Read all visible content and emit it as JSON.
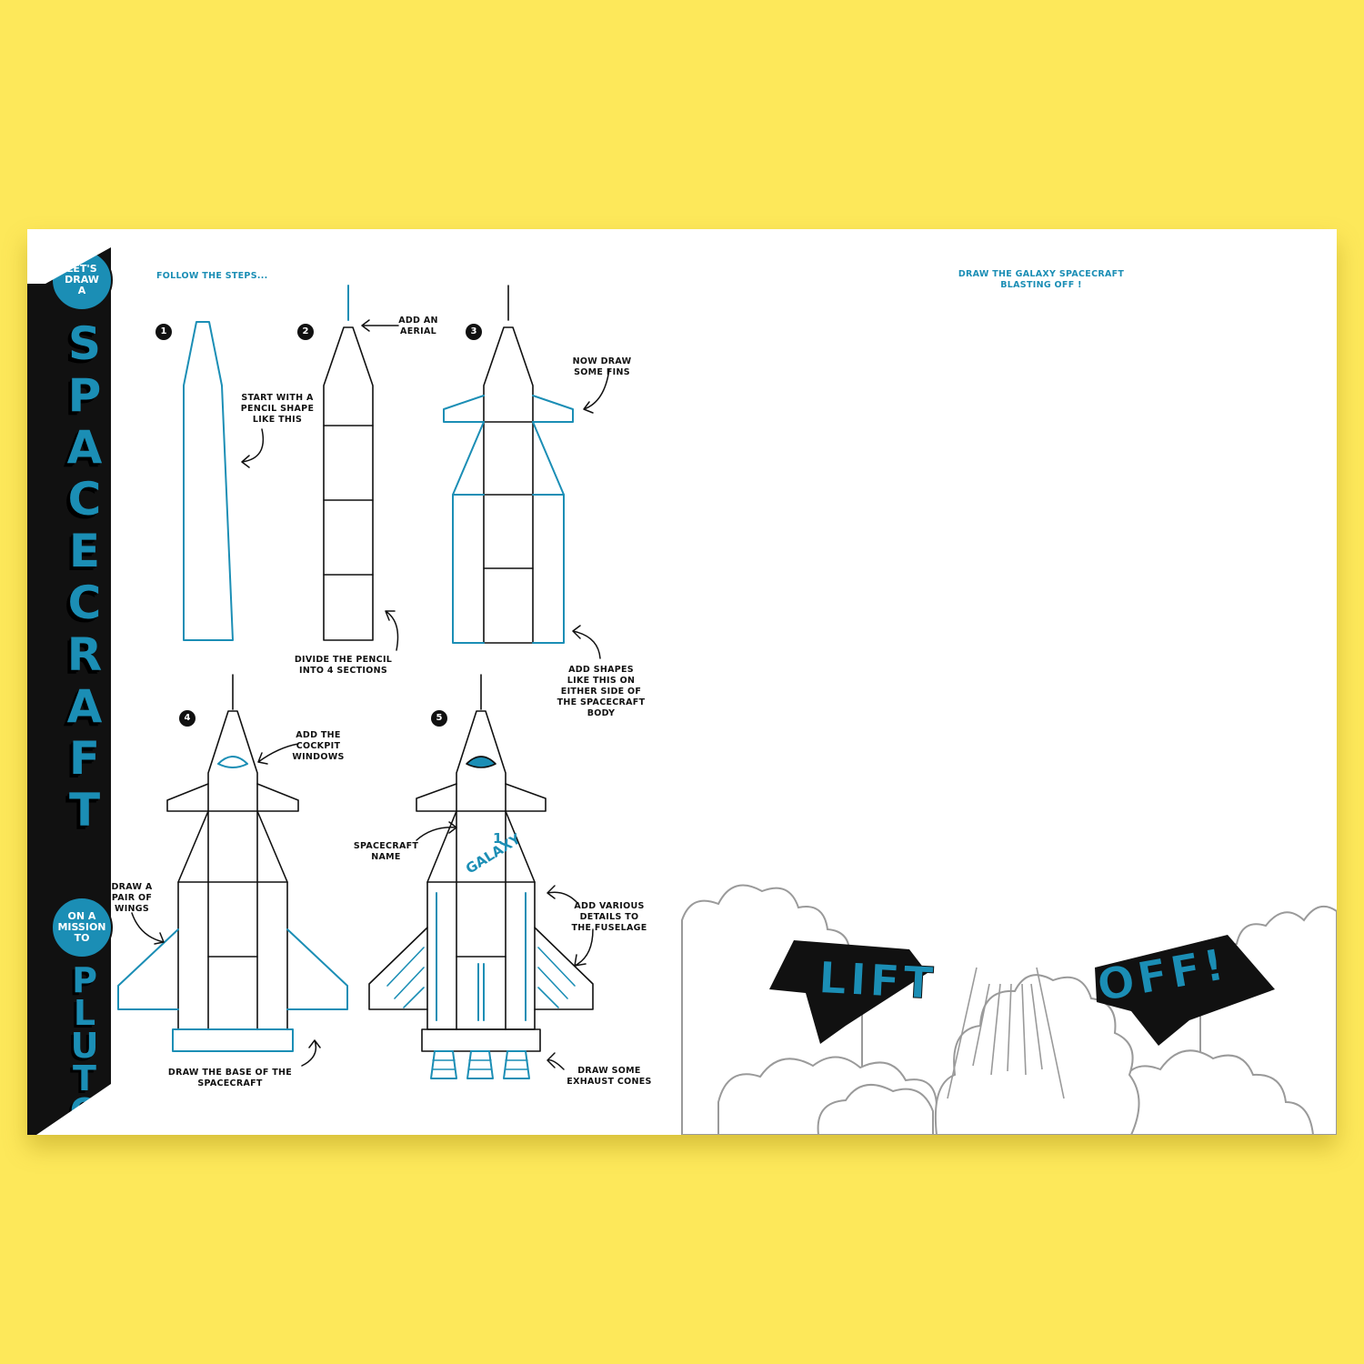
{
  "sidebar": {
    "badge_top": [
      "LET'S",
      "DRAW",
      "A"
    ],
    "title_letters": [
      "S",
      "P",
      "A",
      "C",
      "E",
      "C",
      "R",
      "A",
      "F",
      "T"
    ],
    "badge_mid": [
      "ON A",
      "MISSION",
      "TO"
    ],
    "subtitle_letters": [
      "P",
      "L",
      "U",
      "T",
      "O"
    ]
  },
  "left_page": {
    "heading": "FOLLOW THE STEPS...",
    "steps": [
      "1",
      "2",
      "3",
      "4",
      "5"
    ],
    "notes": {
      "pencil_shape": [
        "START WITH A",
        "PENCIL SHAPE",
        "LIKE THIS"
      ],
      "aerial": [
        "ADD AN",
        "AERIAL"
      ],
      "fins": [
        "NOW DRAW",
        "SOME FINS"
      ],
      "divide": [
        "DIVIDE THE PENCIL",
        "INTO 4 SECTIONS"
      ],
      "shapes": [
        "ADD SHAPES",
        "LIKE THIS ON",
        "EITHER SIDE OF",
        "THE SPACECRAFT",
        "BODY"
      ],
      "cockpit": [
        "ADD THE",
        "COCKPIT",
        "WINDOWS"
      ],
      "name": [
        "SPACECRAFT",
        "NAME"
      ],
      "wings": [
        "DRAW A",
        "PAIR OF",
        "WINGS"
      ],
      "details": [
        "ADD VARIOUS",
        "DETAILS TO",
        "THE FUSELAGE"
      ],
      "base": [
        "DRAW THE BASE OF THE",
        "SPACECRAFT"
      ],
      "exhaust": [
        "DRAW SOME",
        "EXHAUST CONES"
      ]
    },
    "craft_label_word": "GALAXY",
    "craft_label_num": "1"
  },
  "right_page": {
    "heading": [
      "DRAW THE GALAXY SPACECRAFT",
      "BLASTING OFF !"
    ],
    "lift": "LIFT",
    "off": "OFF!"
  },
  "colors": {
    "background": "#fde85a",
    "accent": "#1b8eb5",
    "ink": "#111111"
  }
}
